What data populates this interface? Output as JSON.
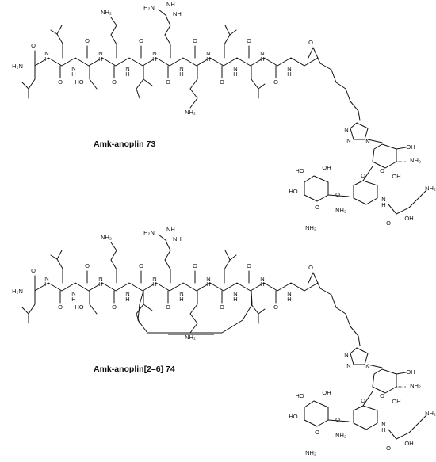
{
  "molecules": [
    {
      "caption": "Amk-anoplin 73",
      "labels": {
        "h2n_terminal": "H₂N",
        "carbonyl_o": "O",
        "nh": "N\nH",
        "ho": "HO",
        "nh2": "NH₂",
        "guanidine_h2n": "H₂N",
        "guanidine_nh": "NH",
        "guanidine_n": "N",
        "triazole_n": "N",
        "oh": "OH",
        "ho_sugar": "HO",
        "ring_o": "O"
      }
    },
    {
      "caption": "Amk-anoplin[2–6] 74",
      "labels": {
        "h2n_terminal": "H₂N",
        "carbonyl_o": "O",
        "nh": "N\nH",
        "ho": "HO",
        "nh2": "NH₂",
        "guanidine_h2n": "H₂N",
        "guanidine_nh": "NH",
        "guanidine_n": "N",
        "triazole_n": "N",
        "oh": "OH",
        "ho_sugar": "HO",
        "ring_o": "O"
      }
    }
  ]
}
